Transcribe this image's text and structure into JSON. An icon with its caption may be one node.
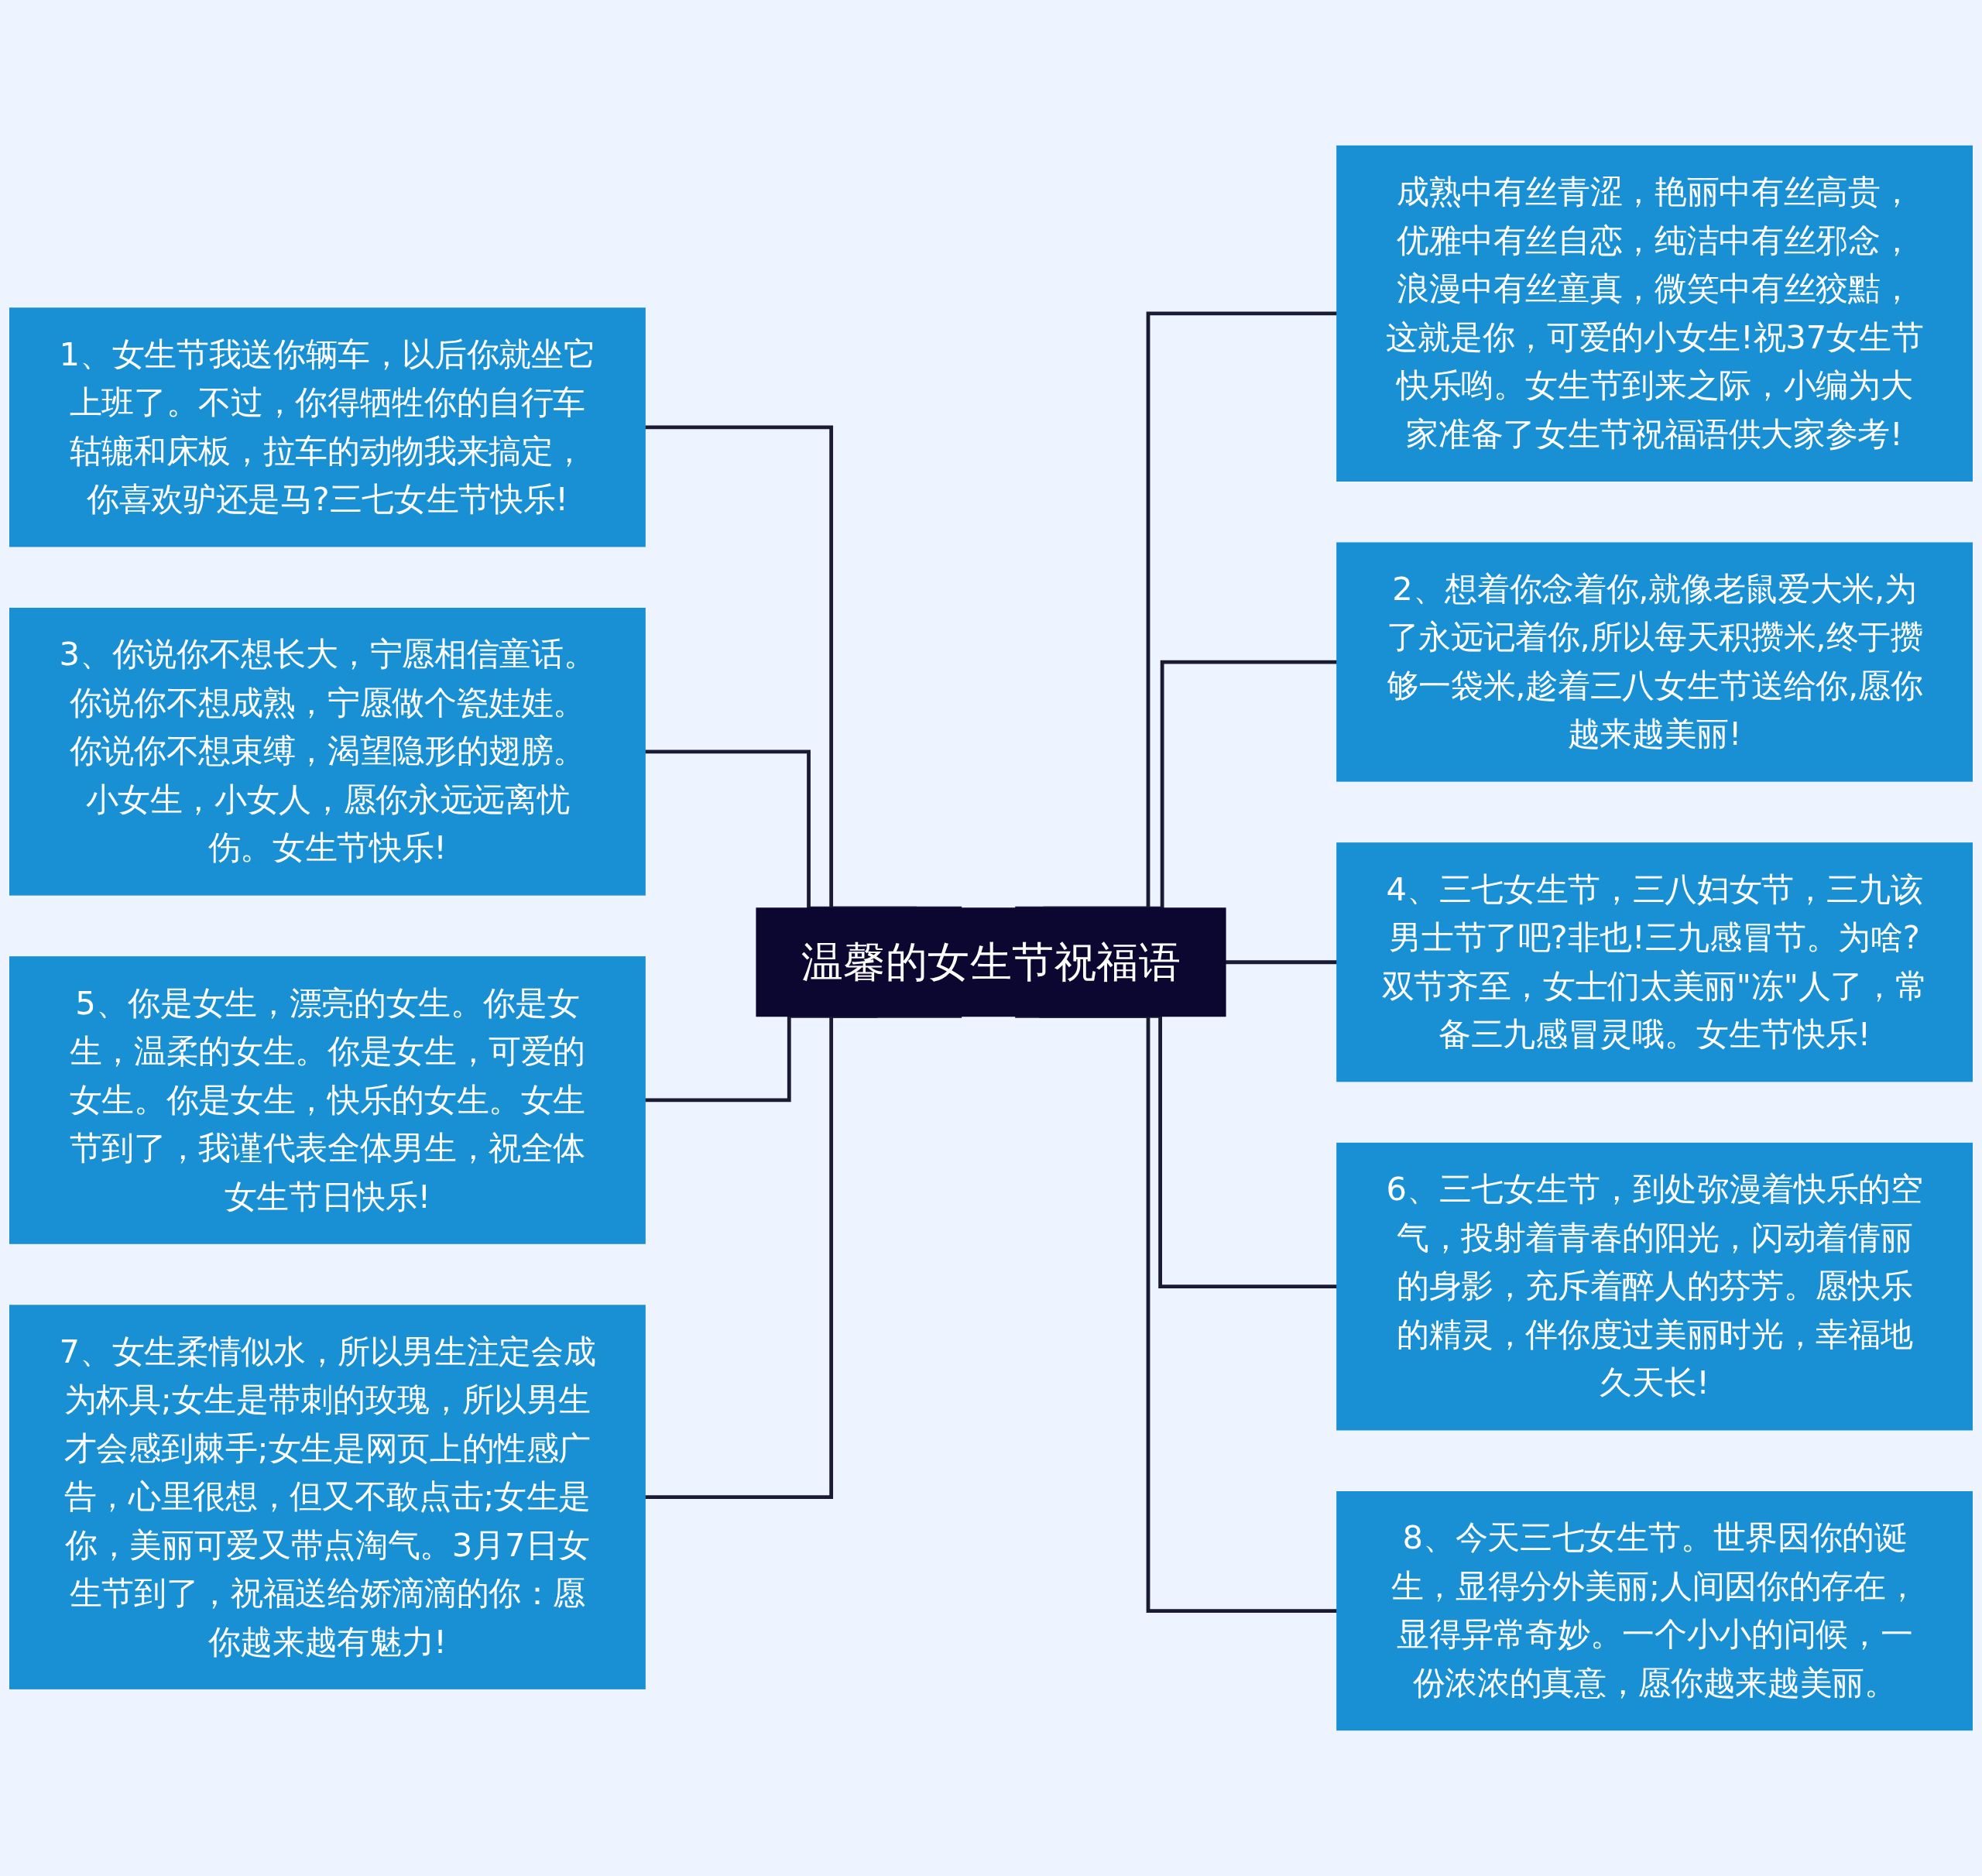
{
  "diagram": {
    "nodes": [
      {
        "text": [
          "温馨的女生节祝福语"
        ]
      },
      {
        "text": [
          "1、女生节我送你辆车，以后你就坐它上班了。不过，你得牺牲你的自行车轱辘和床板，拉车的动物我来搞定，你喜欢驴还是马?三七女生节快乐!"
        ]
      },
      {
        "text": [
          "3、你说你不想长大，宁愿相信童话。你说你不想成熟，宁愿做个瓷娃娃。你说你不想束缚，渴望隐形的翅膀。小女生，小女人，愿你永远远离忧伤。女生节快乐!"
        ]
      },
      {
        "text": [
          "5、你是女生，漂亮的女生。你是女生，温柔的女生。你是女生，可爱的女生。你是女生，快乐的女生。女生节到了，我谨代表全体男生，祝全体女生节日快乐!"
        ]
      },
      {
        "text": [
          "7、女生柔情似水，所以男生注定会成为杯具;女生是带刺的玫瑰，所以男生才会感到棘手;女生是网页上的性感广告，心里很想，但又不敢点击;女生是你，美丽可爱又带点淘气。3月7日女生节到了，祝福送给娇滴滴的你：愿你越来越有魅力!"
        ]
      },
      {
        "text": [
          "成熟中有丝青涩，艳丽中有丝高贵，优雅中有丝自恋，纯洁中有丝邪念，浪漫中有丝童真，微笑中有丝狡黠，这就是你，可爱的小女生!祝37女生节快乐哟。女生节到来之际，小编为大家准备了女生节祝福语供大家参考!"
        ]
      },
      {
        "text": [
          "2、想着你念着你,就像老鼠爱大米,为了永远记着你,所以每天积攒米,终于攒够一袋米,趁着三八女生节送给你,愿你越来越美丽!"
        ]
      },
      {
        "text": [
          "4、三七女生节，三八妇女节，三九该男士节了吧?非也!三九感冒节。为啥?双节齐至，女士们太美丽\"冻\"人了，常备三九感冒灵哦。女生节快乐!"
        ]
      },
      {
        "text": [
          "6、三七女生节，到处弥漫着快乐的空气，投射着青春的阳光，闪动着倩丽的身影，充斥着醉人的芬芳。愿快乐的精灵，伴你度过美丽时光，幸福地久天长!"
        ]
      },
      {
        "text": [
          "8、今天三七女生节。世界因你的诞生，显得分外美丽;人间因你的存在，显得异常奇妙。一个小小的问候，一份浓浓的真意，愿你越来越美丽。"
        ]
      }
    ],
    "edges": [
      {
        "from": 1,
        "to": 0,
        "arrow": "none"
      },
      {
        "from": 2,
        "to": 0,
        "arrow": "none"
      },
      {
        "from": 3,
        "to": 0,
        "arrow": "none"
      },
      {
        "from": 4,
        "to": 0,
        "arrow": "none"
      },
      {
        "from": 0,
        "to": 5,
        "arrow": "none"
      },
      {
        "from": 0,
        "to": 6,
        "arrow": "none"
      },
      {
        "from": 0,
        "to": 7,
        "arrow": "none"
      },
      {
        "from": 0,
        "to": 8,
        "arrow": "none"
      },
      {
        "from": 0,
        "to": 9,
        "arrow": "none"
      }
    ]
  }
}
